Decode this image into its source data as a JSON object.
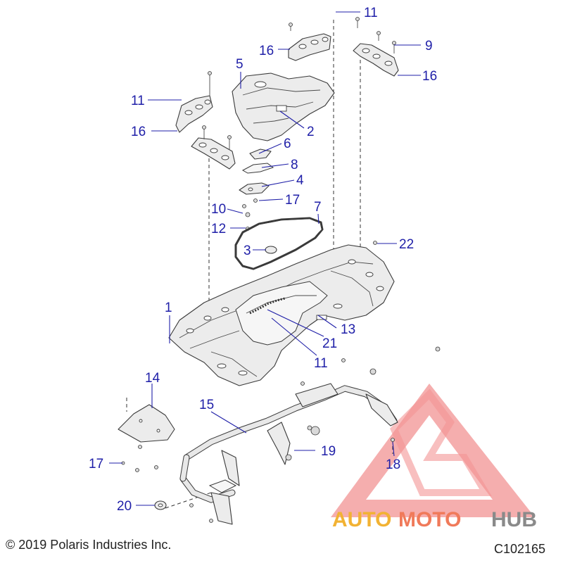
{
  "diagram": {
    "callouts": [
      {
        "id": "c-11-top",
        "label": "11"
      },
      {
        "id": "c-16-left-top",
        "label": "16"
      },
      {
        "id": "c-9",
        "label": "9"
      },
      {
        "id": "c-16-right",
        "label": "16"
      },
      {
        "id": "c-5",
        "label": "5"
      },
      {
        "id": "c-11-left",
        "label": "11"
      },
      {
        "id": "c-2",
        "label": "2"
      },
      {
        "id": "c-16-left",
        "label": "16"
      },
      {
        "id": "c-6",
        "label": "6"
      },
      {
        "id": "c-8",
        "label": "8"
      },
      {
        "id": "c-4",
        "label": "4"
      },
      {
        "id": "c-17-mid",
        "label": "17"
      },
      {
        "id": "c-10",
        "label": "10"
      },
      {
        "id": "c-7",
        "label": "7"
      },
      {
        "id": "c-12",
        "label": "12"
      },
      {
        "id": "c-22",
        "label": "22"
      },
      {
        "id": "c-3",
        "label": "3"
      },
      {
        "id": "c-1",
        "label": "1"
      },
      {
        "id": "c-13",
        "label": "13"
      },
      {
        "id": "c-21",
        "label": "21"
      },
      {
        "id": "c-11-bottom",
        "label": "11"
      },
      {
        "id": "c-14",
        "label": "14"
      },
      {
        "id": "c-15",
        "label": "15"
      },
      {
        "id": "c-19",
        "label": "19"
      },
      {
        "id": "c-17-bottom",
        "label": "17"
      },
      {
        "id": "c-18",
        "label": "18"
      },
      {
        "id": "c-20",
        "label": "20"
      }
    ],
    "copyright": "© 2019 Polaris Industries Inc.",
    "drawing_code": "C102165"
  },
  "watermark": {
    "text_part1": "AUTO",
    "text_part2": "MOTO",
    "text_part3": "HUB",
    "colors": {
      "triangle": "#f08080",
      "part1": "#f2b233",
      "part2": "#f07a5a",
      "part3": "#8a8a8a"
    }
  },
  "colors": {
    "callout": "#1f1fa8",
    "line": "#3a3a3a"
  }
}
